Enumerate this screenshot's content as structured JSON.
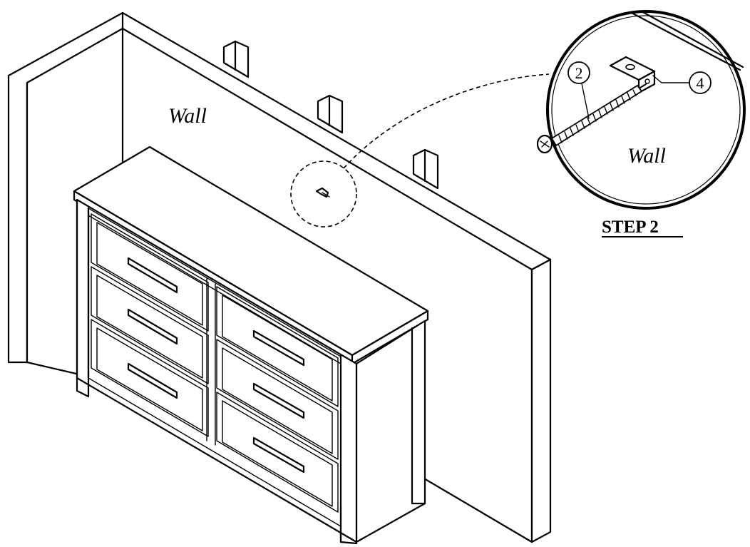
{
  "labels": {
    "wall_main": "Wall",
    "wall_detail": "Wall",
    "part_screw": "2",
    "part_bracket": "4",
    "step": "STEP 2"
  }
}
